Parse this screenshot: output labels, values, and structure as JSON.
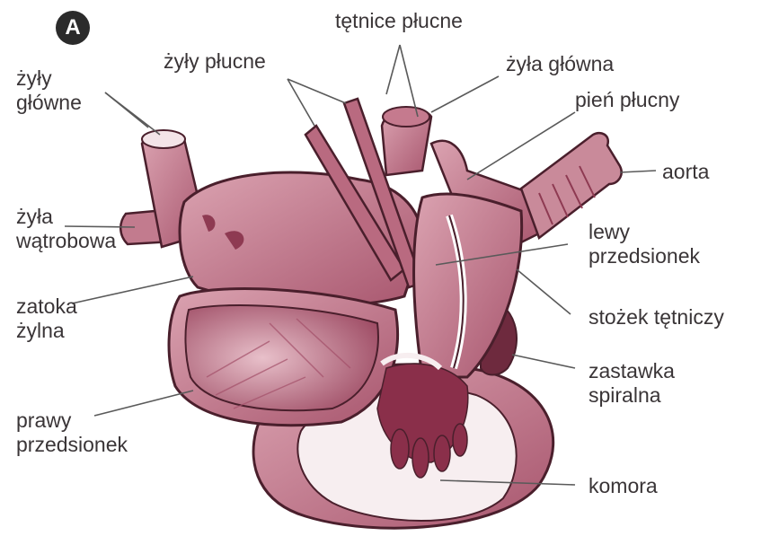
{
  "panel_letter": "A",
  "labels": {
    "zyly_glowne": [
      "żyły",
      "główne"
    ],
    "zyly_plucne": "żyły płucne",
    "tetnice_plucne": "tętnice płucne",
    "zyla_glowna": "żyła główna",
    "pien_plucny": "pień płucny",
    "aorta": "aorta",
    "zyla_watrobowa": [
      "żyła",
      "wątrobowa"
    ],
    "lewy_przedsionek": [
      "lewy",
      "przedsionek"
    ],
    "zatoka_zylna": [
      "zatoka",
      "żylna"
    ],
    "stozek_tetniczy": "stożek tętniczy",
    "zastawka_spiralna": [
      "zastawka",
      "spiralna"
    ],
    "prawy_przedsionek": [
      "prawy",
      "przedsionek"
    ],
    "komora": "komora"
  },
  "colors": {
    "tissue": "#c98a9a",
    "tissue_dark": "#8e3a52",
    "tissue_light": "#e6b9c4",
    "outline": "#4a1f2c",
    "leader": "#5a5a5a"
  }
}
